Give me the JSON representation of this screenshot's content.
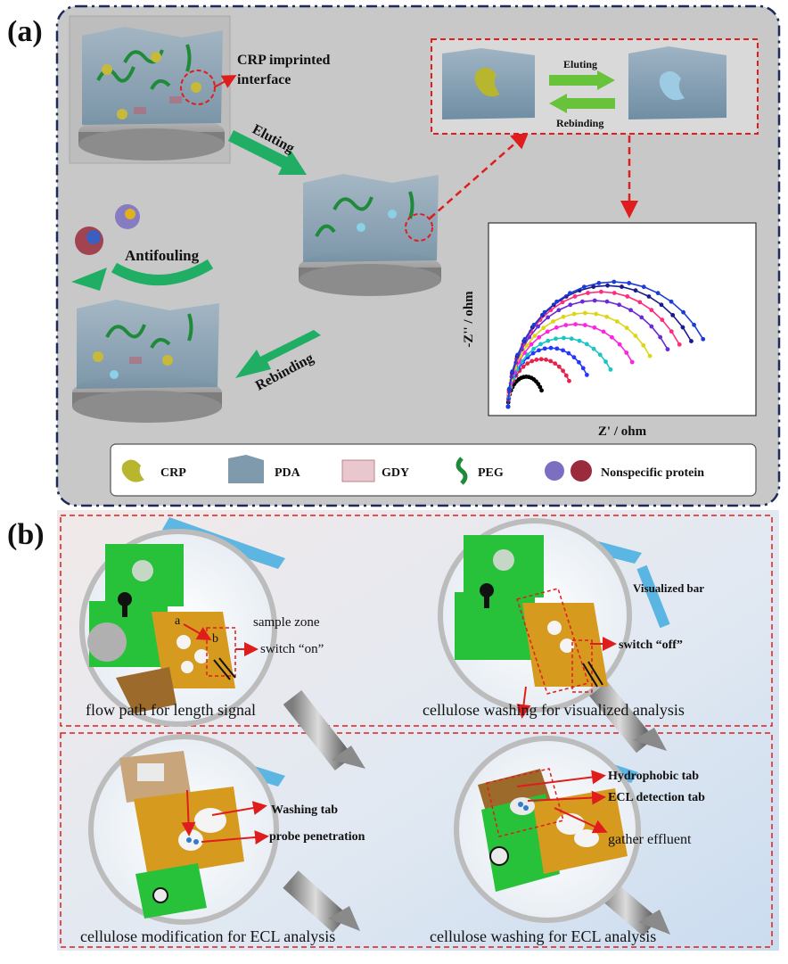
{
  "panel_a": {
    "label": "(a)",
    "crp_callout": [
      "CRP imprinted",
      "interface"
    ],
    "eluting": "Eluting",
    "rebinding": "Rebinding",
    "antifouling": "Antifouling",
    "inset": {
      "eluting": "Eluting",
      "rebinding": "Rebinding"
    },
    "eis": {
      "ylabel": "-Z'' / ohm",
      "xlabel": "Z' / ohm"
    },
    "legend": {
      "crp": "CRP",
      "pda": "PDA",
      "gdy": "GDY",
      "peg": "PEG",
      "nonspecific": "Nonspecific protein"
    }
  },
  "panel_b": {
    "label": "(b)",
    "q1": {
      "a": "a",
      "b": "b",
      "sample_zone": "sample zone",
      "switch": "switch “on”",
      "caption": "flow path for length signal"
    },
    "q2": {
      "visualized_bar": "Visualized bar",
      "switch": "switch “off”",
      "caption": "cellulose washing for visualized analysis"
    },
    "q3": {
      "washing_tab": "Washing tab",
      "probe": "probe penetration",
      "caption": "cellulose modification for ECL analysis"
    },
    "q4": {
      "hydrophobic": "Hydrophobic tab",
      "ecl_tab": "ECL detection tab",
      "gather": "gather effluent",
      "caption": "cellulose washing for ECL analysis"
    }
  },
  "colors": {
    "panel_a_bg": "#c8c8c8",
    "panel_a_border": "#1f2a5c",
    "arrow_green": "#1fae63",
    "callout_red": "#e01d1d",
    "paper_green": "#27c23a",
    "paper_gold": "#d69a1e",
    "panel_b_bg": "#dde7f2"
  },
  "eis_curves": [
    {
      "color": "#000000",
      "extent": 0.17,
      "height": 0.24
    },
    {
      "color": "#e8214a",
      "extent": 0.31,
      "height": 0.38
    },
    {
      "color": "#2436ff",
      "extent": 0.4,
      "height": 0.47
    },
    {
      "color": "#1cc4c4",
      "extent": 0.52,
      "height": 0.55
    },
    {
      "color": "#ff22e0",
      "extent": 0.63,
      "height": 0.66
    },
    {
      "color": "#ddd616",
      "extent": 0.72,
      "height": 0.75
    },
    {
      "color": "#6a2ad6",
      "extent": 0.81,
      "height": 0.85
    },
    {
      "color": "#ff2b7c",
      "extent": 0.87,
      "height": 0.92
    },
    {
      "color": "#1a1a8c",
      "extent": 0.93,
      "height": 0.97
    },
    {
      "color": "#1c3cd8",
      "extent": 0.99,
      "height": 1.0
    }
  ]
}
